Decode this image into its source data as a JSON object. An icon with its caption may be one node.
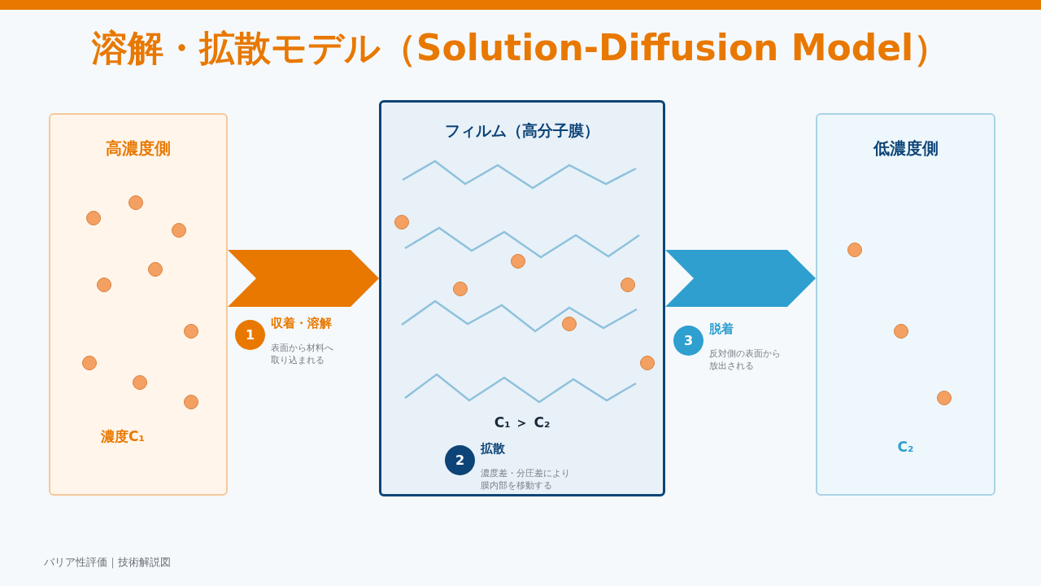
{
  "diagram": {
    "title": "溶解・拡散モデル（Solution-Diffusion Model）",
    "nodes": [
      {
        "text": [
          "高濃度側",
          "濃度C₁"
        ]
      },
      {
        "text": [
          "フィルム（高分子膜）",
          "C₁ ＞ C₂"
        ]
      },
      {
        "text": [
          "低濃度側",
          "C₂"
        ]
      },
      {
        "text": [
          "1"
        ],
        "beside": [
          "収着・溶解",
          "表面から材料へ取り込まれる"
        ]
      },
      {
        "text": [
          "2"
        ],
        "in": 1,
        "beside": [
          "拡散",
          "濃度差・分圧差により膜内部を移動する"
        ]
      },
      {
        "text": [
          "3"
        ],
        "beside": [
          "脱着",
          "反対側の表面から放出される"
        ]
      }
    ],
    "edges": [
      {
        "from": 0,
        "to": 1,
        "arrow": "to",
        "color": "#e87800"
      },
      {
        "from": 1,
        "to": 2,
        "arrow": "to",
        "color": "#2e9fcf"
      }
    ],
    "labels": [
      "バリア性評価｜技術解説図"
    ]
  }
}
